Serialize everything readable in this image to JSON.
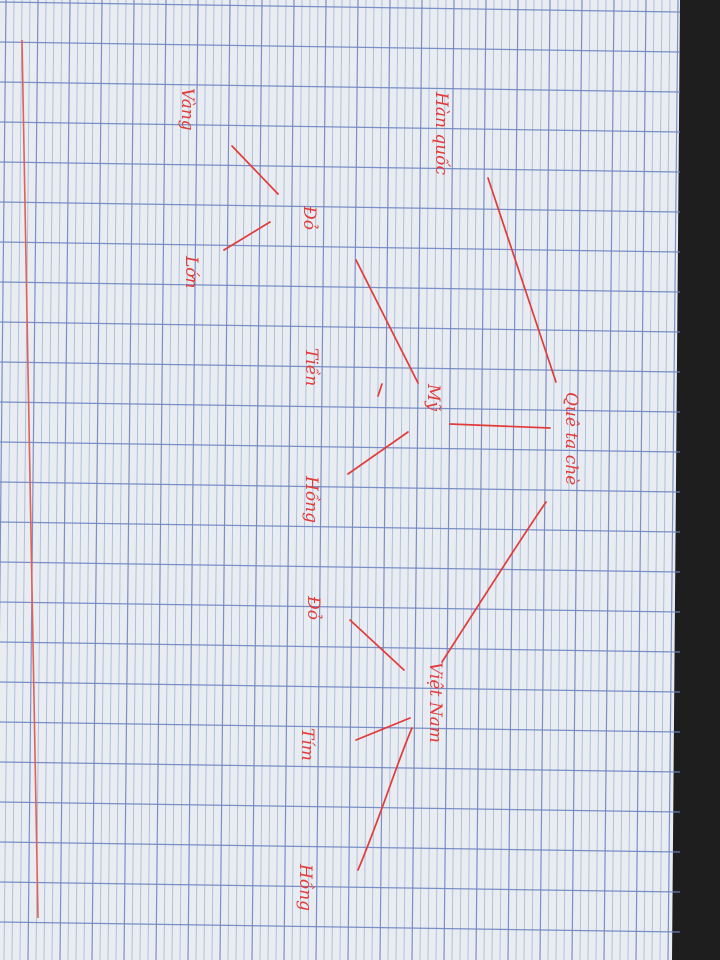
{
  "colors": {
    "paper": "#e9ecf1",
    "grid_minor": "#9db4d6",
    "grid_major": "#6f86c2",
    "margin": "#e0605a",
    "ink": "#e23c3a",
    "background": "#2b2b2b"
  },
  "labels": {
    "root": "Quê ta chè",
    "mid_top": "Mỹ",
    "mid_bottom": "Việt Nam",
    "leaf_1": "Hàn quốc",
    "leaf_2": "Đỏ",
    "leaf_3": "Lớn",
    "leaf_4": "Tiền",
    "leaf_5": "Hồng",
    "leaf_6": "Đỏ",
    "leaf_7": "Tím",
    "leaf_8": "Hồng",
    "leaf_9": "Vàng"
  }
}
